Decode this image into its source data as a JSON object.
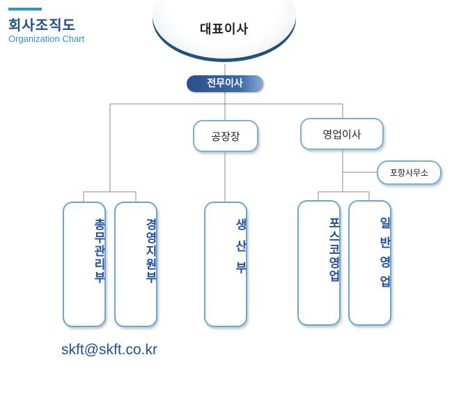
{
  "header": {
    "title": "회사조직도",
    "subtitle": "Organization Chart"
  },
  "org": {
    "ceo": "대표이사",
    "managing_director": "전무이사",
    "plant_manager": "공장장",
    "sales_director": "영업이사",
    "pohang_office": "포항사무소",
    "departments": {
      "general_affairs": "총무관리부",
      "management_support": "경영지원부",
      "production": "생산부",
      "posco_sales": "포스코영업",
      "general_sales": "일반영업"
    }
  },
  "contact": {
    "email": "skft@skft.co.kr"
  },
  "colors": {
    "accent": "#2596d8",
    "title": "#1f4e8c",
    "node_border": "#7bafd0",
    "dept_text": "#1f4e9c",
    "exec_pill": "#2b4f8a"
  }
}
